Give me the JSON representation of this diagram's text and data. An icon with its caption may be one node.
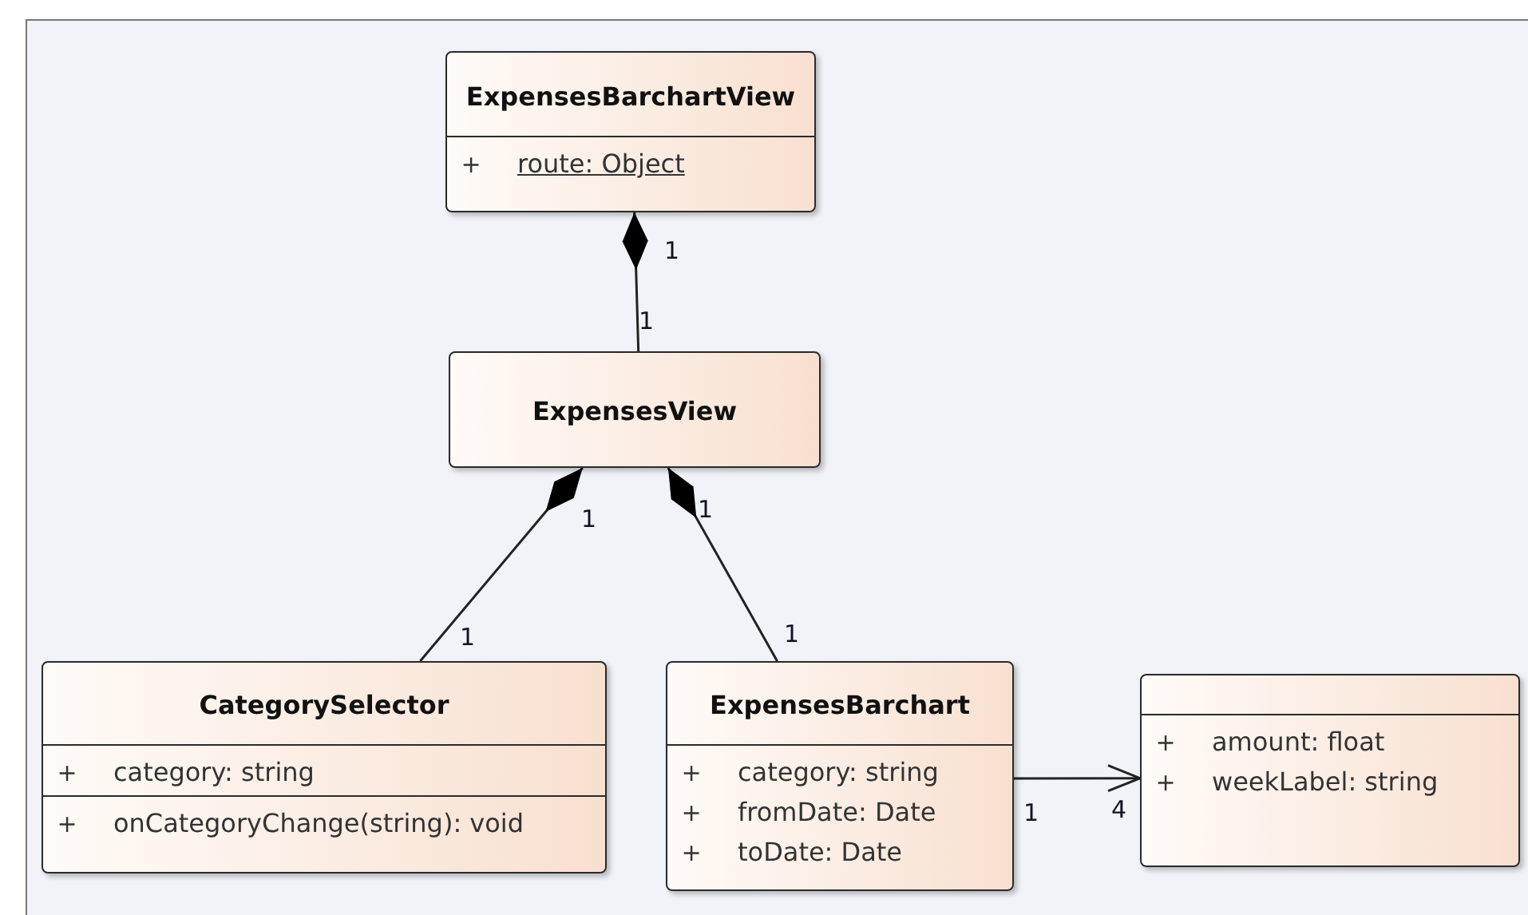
{
  "diagram": {
    "nodes": [
      {
        "text": [
          "ExpensesBarchartView",
          "+",
          "route: Object"
        ]
      },
      {
        "text": [
          "ExpensesView"
        ]
      },
      {
        "text": [
          "CategorySelector",
          "+",
          "category: string",
          "+",
          "onCategoryChange(string): void"
        ]
      },
      {
        "text": [
          "ExpensesBarchart",
          "+",
          "category: string",
          "+",
          "fromDate: Date",
          "+",
          "toDate: Date"
        ]
      },
      {
        "text": [
          "+",
          "amount: float",
          "+",
          "weekLabel: string"
        ]
      }
    ],
    "edges": [
      {
        "from": 1,
        "to": 0,
        "arrow": "other"
      },
      {
        "from": 2,
        "to": 1,
        "arrow": "other"
      },
      {
        "from": 3,
        "to": 1,
        "arrow": "other"
      },
      {
        "from": 3,
        "to": 4,
        "arrow": "to"
      }
    ],
    "labels": [
      "1",
      "1",
      "1",
      "1",
      "1",
      "1",
      "1",
      "4"
    ]
  }
}
